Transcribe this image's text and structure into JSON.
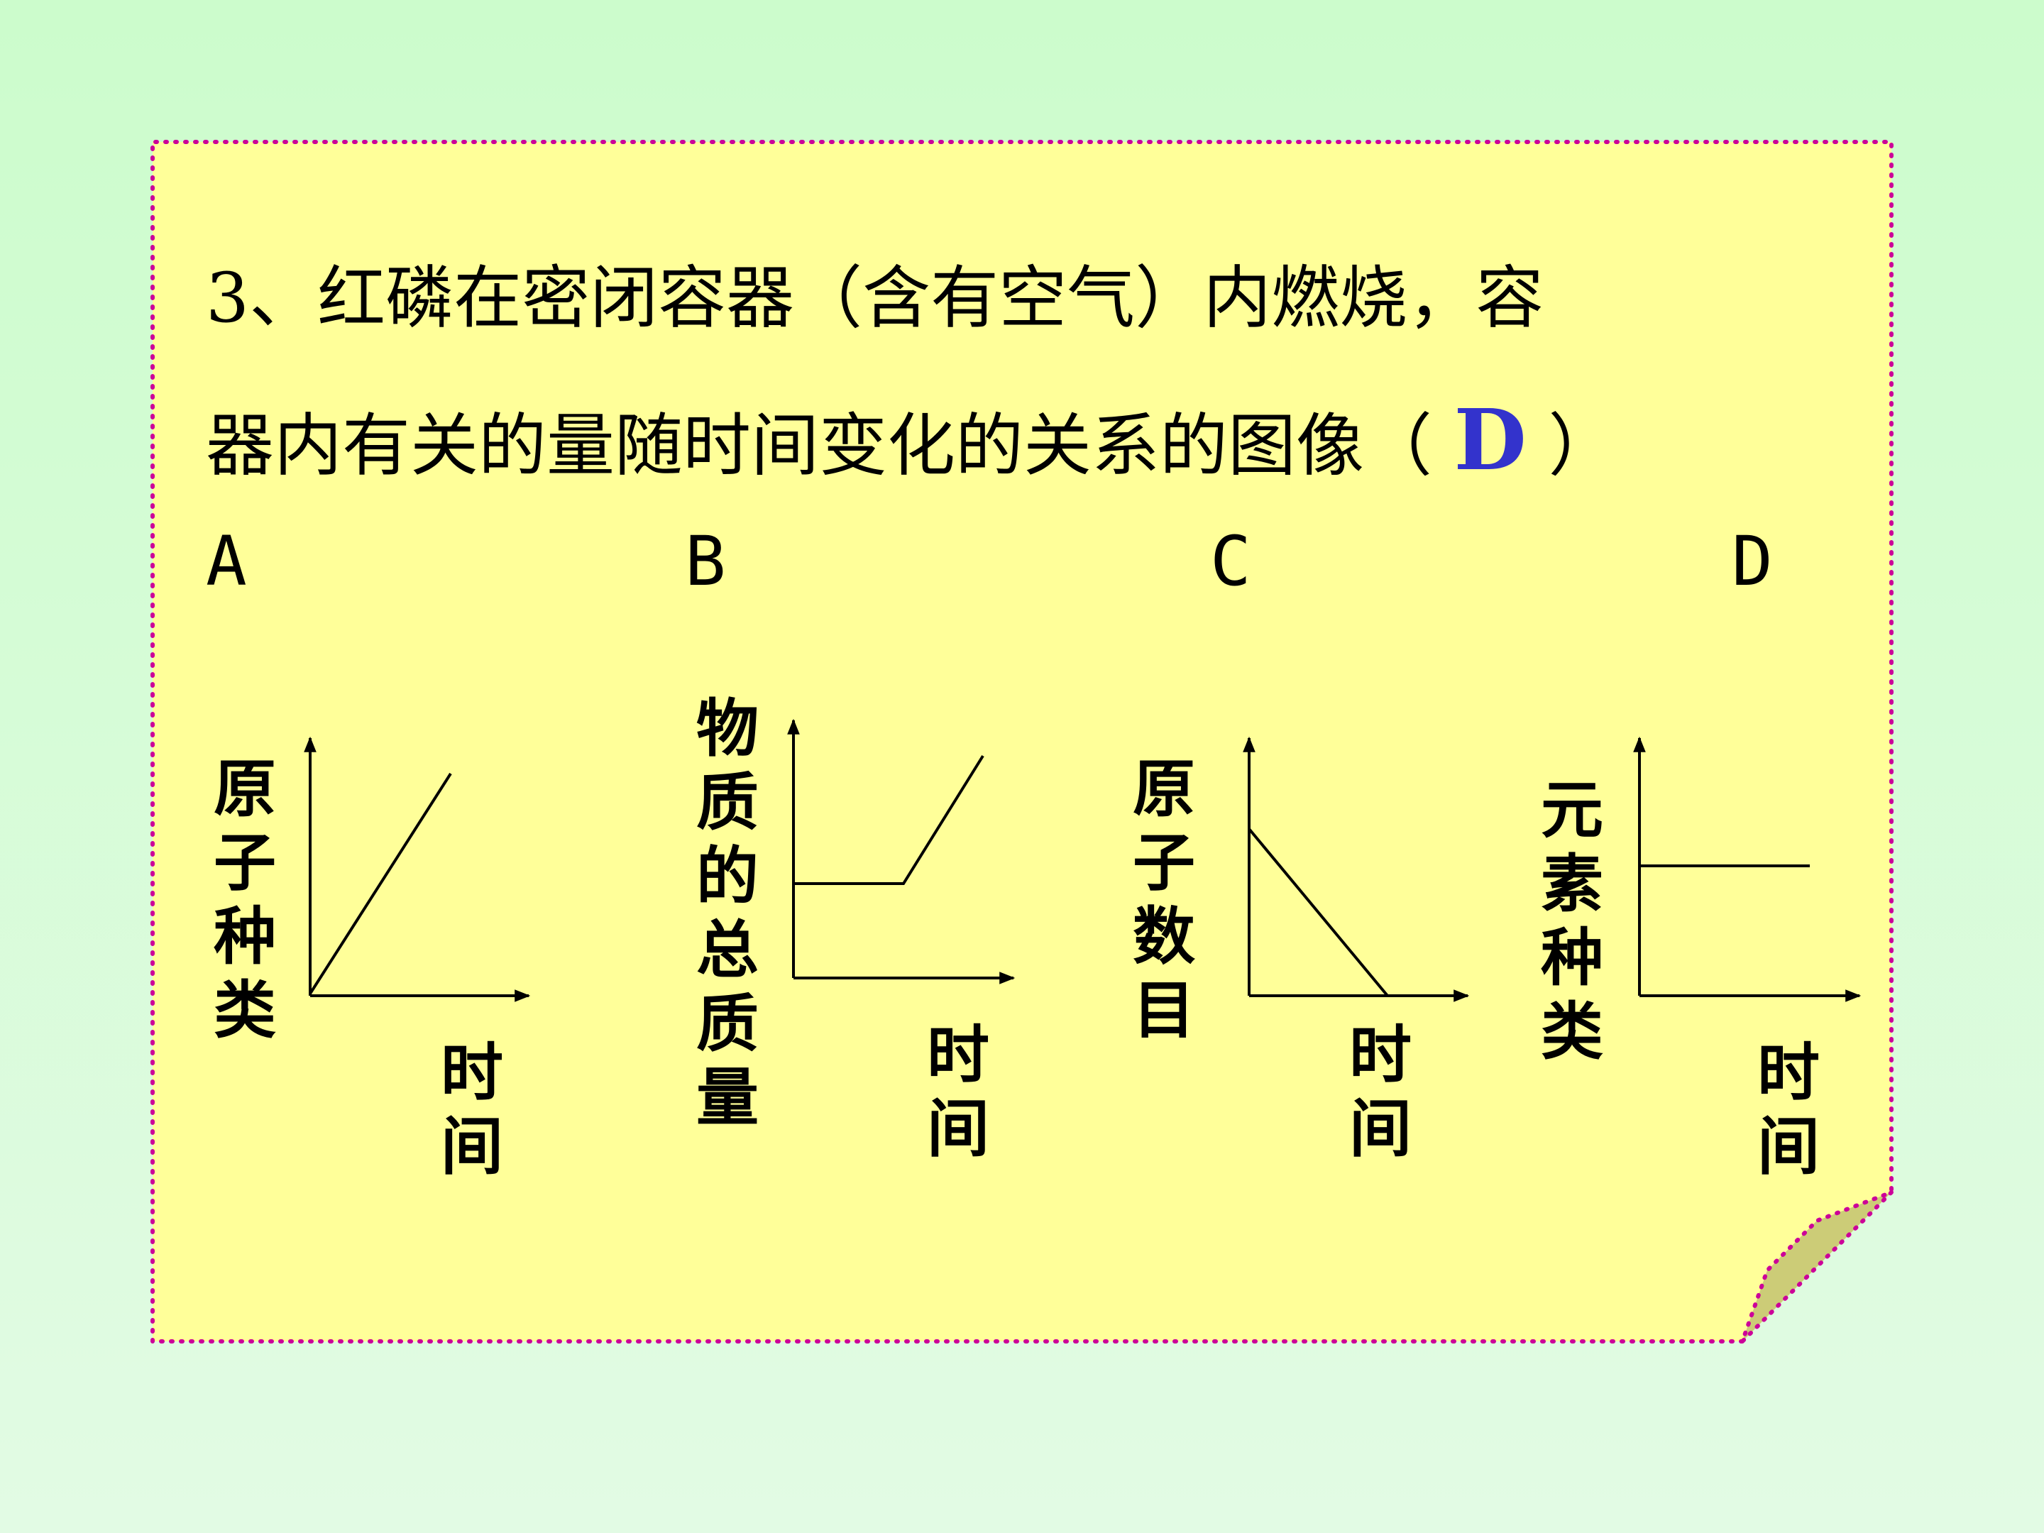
{
  "question": {
    "line1": "3、红磷在密闭容器（含有空气）内燃烧，容",
    "line2_before": "器内有关的量随时间变化的关系的图像（ ",
    "answer": "D",
    "line2_after": " ）"
  },
  "options": [
    {
      "letter": "A",
      "ylabel": "原子种类",
      "xlabel": "时间"
    },
    {
      "letter": "B",
      "ylabel": "物质的总质量",
      "xlabel": "时间"
    },
    {
      "letter": "C",
      "ylabel": "原子数目",
      "xlabel": "时间"
    },
    {
      "letter": "D",
      "ylabel": "元素种类",
      "xlabel": "时间"
    }
  ],
  "colors": {
    "background": "#ccfccc",
    "card": "#ffff99",
    "border": "#cc0099",
    "answer": "#3333cc",
    "fold": "#cccc77"
  }
}
